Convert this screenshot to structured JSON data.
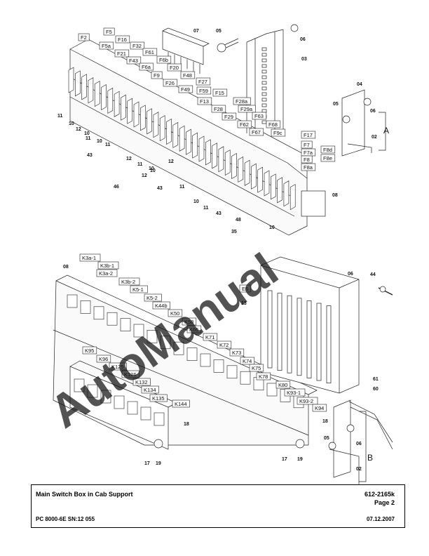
{
  "fuse_labels": [
    "F2",
    "F5",
    "F16",
    "F5a",
    "F32",
    "F21",
    "F61",
    "F43",
    "F6b",
    "F6a",
    "F20",
    "F9",
    "F48",
    "F26",
    "F27",
    "F49",
    "F59",
    "F15",
    "F13",
    "F28a",
    "F28",
    "F29a",
    "F29",
    "F63",
    "F62",
    "F68",
    "F67",
    "F9c",
    "F17",
    "F7",
    "F7a",
    "F8d",
    "F8",
    "F8e",
    "F8a"
  ],
  "relay_labels": [
    "K3a-1",
    "K3b-1",
    "K3a-2",
    "K3b-2",
    "K5-1",
    "K5-2",
    "K44b",
    "K50",
    "K58",
    "K66",
    "K71",
    "K72",
    "K73",
    "K74",
    "K75",
    "K78",
    "K80",
    "K93-1",
    "K93-2",
    "K94",
    "K95",
    "K96",
    "K125",
    "K126",
    "K132",
    "K134",
    "K135",
    "K144"
  ],
  "box_label": "E6",
  "part_numbers": {
    "top_right": [
      "07",
      "05",
      "06",
      "03",
      "04",
      "05",
      "06",
      "02",
      "08"
    ],
    "fuse_left": [
      "11",
      "10",
      "12",
      "10",
      "11",
      "10",
      "11",
      "43",
      "12",
      "11",
      "46",
      "10",
      "12",
      "10",
      "43",
      "11",
      "12"
    ],
    "fuse_bottom": [
      "10",
      "11",
      "43",
      "48",
      "35",
      "10"
    ],
    "relay": [
      "08",
      "18",
      "17",
      "19",
      "18",
      "17",
      "19"
    ],
    "box": [
      "13",
      "06",
      "44",
      "61",
      "60",
      "05",
      "06",
      "02"
    ]
  },
  "views": [
    "A",
    "B"
  ],
  "watermark": "AutoManual",
  "footer": {
    "title": "Main Switch Box in Cab Support",
    "code": "612-2165k",
    "page": "Page 2",
    "model": "PC 8000-6E SN:12 055",
    "date": "07.12.2007"
  }
}
